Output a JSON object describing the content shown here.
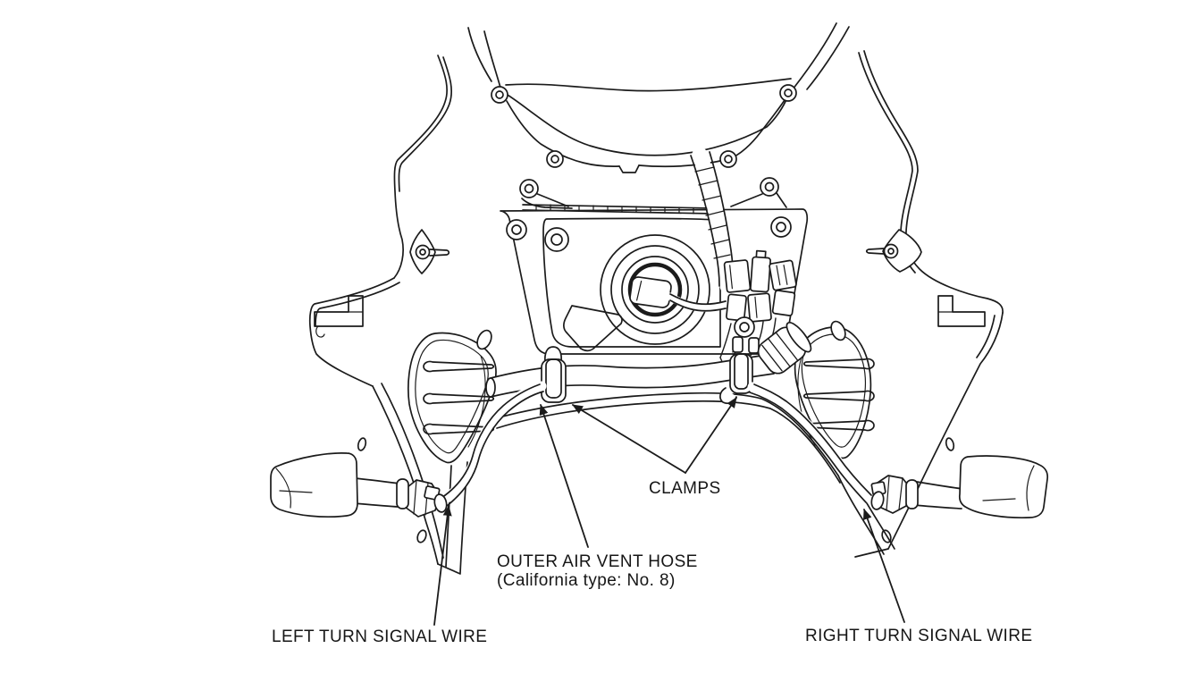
{
  "diagram": {
    "background_color": "#ffffff",
    "line_color": "#1b1b1b",
    "labels": {
      "clamps": "CLAMPS",
      "outer_air_vent_hose": "OUTER AIR VENT HOSE",
      "outer_air_vent_hose_note": "(California type: No. 8)",
      "left_turn_signal_wire": "LEFT TURN SIGNAL WIRE",
      "right_turn_signal_wire": "RIGHT TURN SIGNAL WIRE"
    }
  }
}
